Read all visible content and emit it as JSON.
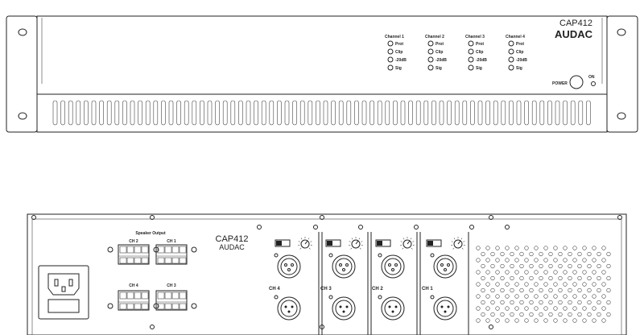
{
  "front": {
    "model": "CAP412",
    "brand": "AUDAC",
    "power_label": "POWER",
    "on_label": "ON",
    "channels": [
      {
        "name": "Channel 1",
        "leds": [
          "Prot",
          "Clip",
          "-20dB",
          "Sig"
        ]
      },
      {
        "name": "Channel 2",
        "leds": [
          "Prot",
          "Clip",
          "-20dB",
          "Sig"
        ]
      },
      {
        "name": "Channel 3",
        "leds": [
          "Prot",
          "Clip",
          "-20dB",
          "Sig"
        ]
      },
      {
        "name": "Channel 4",
        "leds": [
          "Prot",
          "Clip",
          "-20dB",
          "Sig"
        ]
      }
    ]
  },
  "rear": {
    "model": "CAP412",
    "brand": "AUDAC",
    "speaker_output_label": "Speaker Output",
    "terminals": [
      {
        "label": "CH 2"
      },
      {
        "label": "CH 1"
      },
      {
        "label": "CH 4"
      },
      {
        "label": "CH 3"
      }
    ],
    "input_modules": [
      {
        "label": "CH 4"
      },
      {
        "label": "CH 3"
      },
      {
        "label": "CH 2"
      },
      {
        "label": "CH 1"
      }
    ]
  }
}
